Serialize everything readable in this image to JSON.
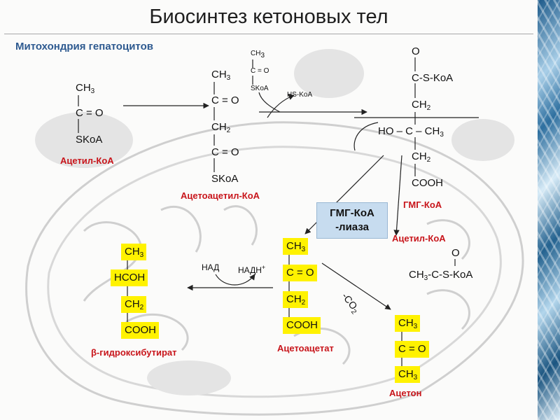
{
  "title": "Биосинтез кетоновых тел",
  "subtitle": "Митохондрия гепатоцитов",
  "acetyl_coa_1": {
    "l1": "CH",
    "s1": "3",
    "l2": "C = O",
    "l3": "SKoA",
    "name": "Ацетил-КоА"
  },
  "acetyl_coa_2": {
    "l1": "CH",
    "s1": "3",
    "l2": "C = O",
    "l3": "SKoA"
  },
  "acetoacetyl_coa": {
    "l1": "CH",
    "s1": "3",
    "l2": "C = O",
    "l3": "CH",
    "s3": "2",
    "l4": "C = O",
    "l5": "SKoA",
    "name": "Ацетоацетил-КоА"
  },
  "hs_koa": "HS-KoA",
  "hmg_coa": {
    "l1": "O",
    "l2": "C-S-KoA",
    "l3": "CH",
    "s3": "2",
    "l4": "HO – C – CH",
    "s4": "3",
    "l5": "CH",
    "s5": "2",
    "l6": "COOH",
    "name": "ГМГ-КоА"
  },
  "enzyme": {
    "line1": "ГМГ-КоА",
    "line2": "-лиаза"
  },
  "acetyl_coa_out": {
    "name": "Ацетил-КоА",
    "top": "O",
    "formula_a": "CH",
    "formula_s": "3",
    "formula_b": "-C-S-KoA"
  },
  "acetoacetate": {
    "l1": "CH",
    "s1": "3",
    "l2": "C = O",
    "l3": "CH",
    "s3": "2",
    "l4": "COOH",
    "name": "Ацетоацетат"
  },
  "bhb": {
    "l1": "CH",
    "s1": "3",
    "l2": "HCOH",
    "l3": "CH",
    "s3": "2",
    "l4": "COOH",
    "name": "β-гидроксибутират"
  },
  "nad": "НАД",
  "nadh": "НАДН",
  "nadh_plus": "+",
  "co2": {
    "label": "-CO",
    "sub": "2"
  },
  "acetone": {
    "l1": "CH",
    "s1": "3",
    "l2": "C = O",
    "l3": "CH",
    "s3": "3",
    "name": "Ацетон"
  },
  "colors": {
    "highlight": "#fff200",
    "red_label": "#c8151b",
    "subtitle": "#2e5a90",
    "enzyme_box": "#c7dcef"
  }
}
